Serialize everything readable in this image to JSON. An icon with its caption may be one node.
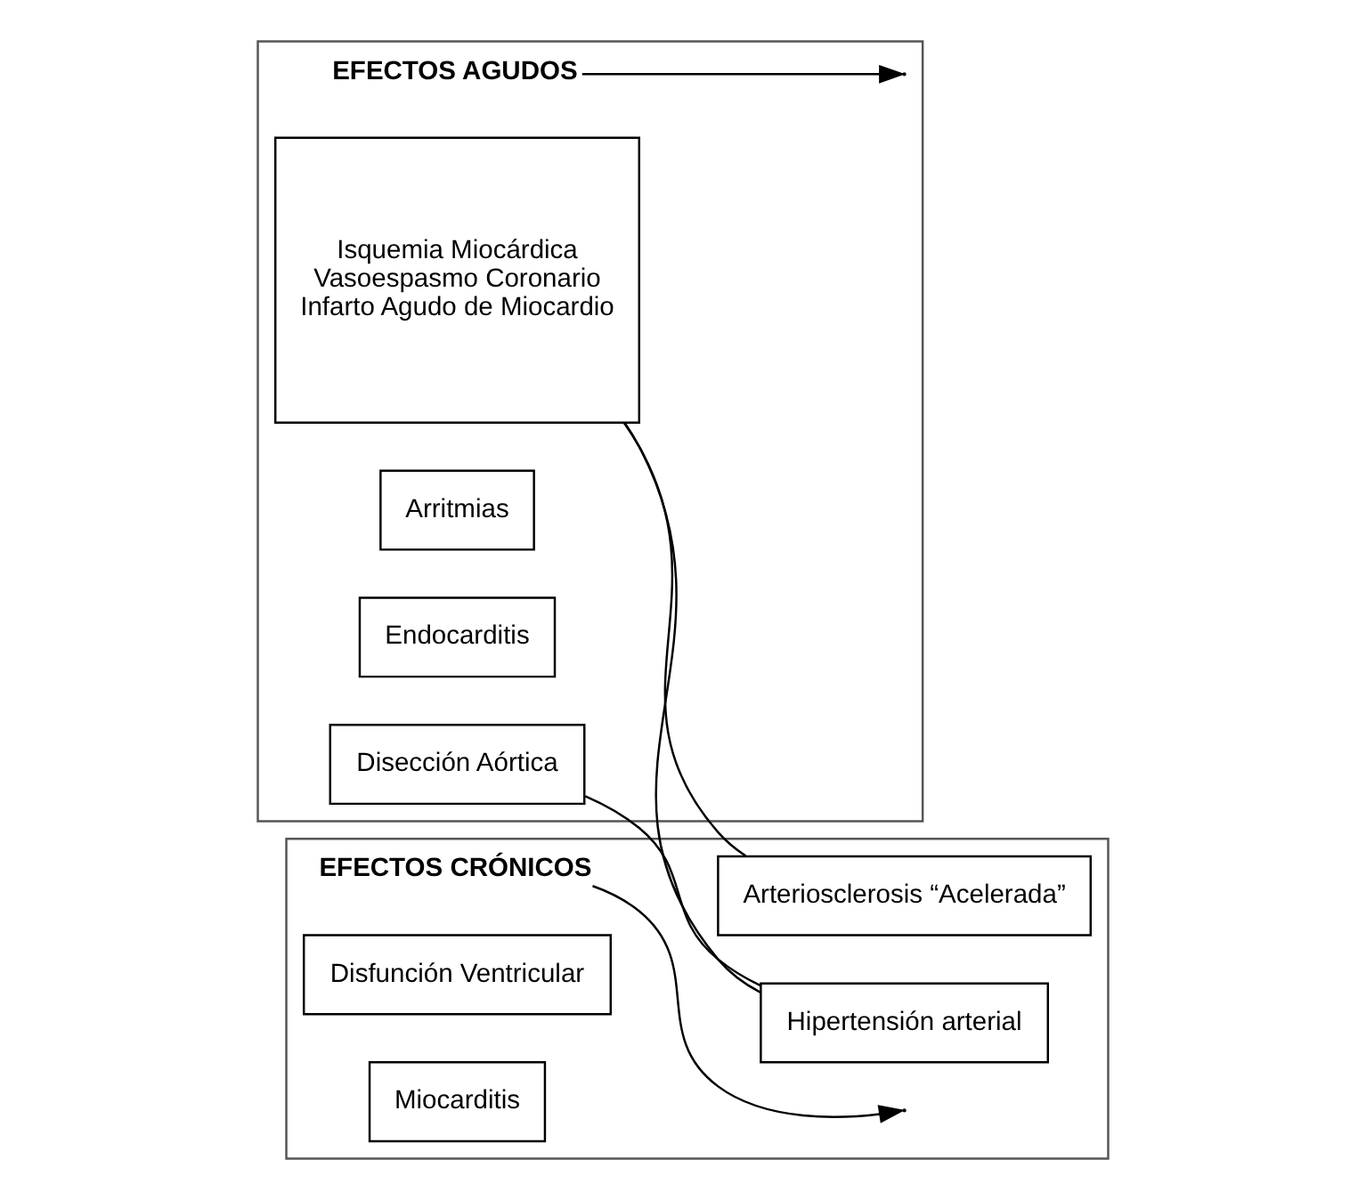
{
  "diagram": {
    "nodes": [
      {
        "text": [],
        "shape": "box"
      },
      {
        "text": [
          "EFECTOS AGUDOS"
        ],
        "in": 0
      },
      {
        "text": [
          "Isquemia Miocárdica",
          "Vasoespasmo Coronario",
          "Infarto Agudo de Miocardio"
        ],
        "in": 0
      },
      {
        "text": [
          "Arritmias"
        ],
        "in": 0
      },
      {
        "text": [
          "Endocarditis"
        ],
        "in": 0
      },
      {
        "text": [
          "Disección Aórtica"
        ],
        "in": 0
      },
      {
        "text": [],
        "shape": "box"
      },
      {
        "text": [
          "EFECTOS CRÓNICOS"
        ],
        "in": 6
      },
      {
        "text": [
          "Arteriosclerosis “Acelerada”"
        ],
        "in": 6
      },
      {
        "text": [
          "Disfunción Ventricular"
        ],
        "in": 6
      },
      {
        "text": [
          "Hipertensión arterial"
        ],
        "in": 6
      },
      {
        "text": [
          "Miocarditis"
        ],
        "in": 6
      }
    ],
    "edges": [
      {
        "from": 1,
        "to": null,
        "arrow": "to"
      },
      {
        "from": 7,
        "to": null,
        "arrow": "to"
      },
      {
        "from": 2,
        "to": 8,
        "arrow": "none"
      },
      {
        "from": 2,
        "to": 10,
        "arrow": "none"
      },
      {
        "from": 5,
        "to": 10,
        "arrow": "none"
      }
    ]
  }
}
